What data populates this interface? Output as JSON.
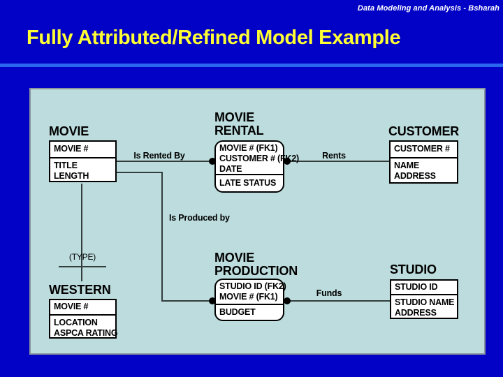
{
  "slide": {
    "credit": "Data Modeling and Analysis - Bsharah",
    "title": "Fully Attributed/Refined Model Example"
  },
  "colors": {
    "background": "#0202c6",
    "accent_bar": "#2b68f0",
    "title_text": "#ffff33",
    "credit_text": "#ffffff",
    "panel_fill": "#bddcdd",
    "entity_fill": "#ffffff",
    "line": "#333d3d"
  },
  "diagram": {
    "entities": [
      {
        "name": "MOVIE",
        "shape": "square",
        "keys": [
          "MOVIE #"
        ],
        "attributes": [
          "TITLE",
          "LENGTH"
        ]
      },
      {
        "name": "MOVIE RENTAL",
        "shape": "rounded",
        "keys": [
          "MOVIE # (FK1)",
          "CUSTOMER # (FK2)",
          "DATE"
        ],
        "attributes": [
          "LATE STATUS"
        ]
      },
      {
        "name": "CUSTOMER",
        "shape": "square",
        "keys": [
          "CUSTOMER #"
        ],
        "attributes": [
          "NAME",
          "ADDRESS"
        ]
      },
      {
        "name": "WESTERN",
        "shape": "square",
        "keys": [
          "MOVIE #"
        ],
        "attributes": [
          "LOCATION",
          "ASPCA RATING"
        ]
      },
      {
        "name": "MOVIE PRODUCTION",
        "shape": "rounded",
        "keys": [
          "STUDIO ID (FK2)",
          "MOVIE # (FK1)"
        ],
        "attributes": [
          "BUDGET"
        ]
      },
      {
        "name": "STUDIO",
        "shape": "square",
        "keys": [
          "STUDIO ID"
        ],
        "attributes": [
          "STUDIO NAME",
          "ADDRESS"
        ]
      }
    ],
    "relationships": [
      {
        "label": "Is Rented By",
        "from": "MOVIE",
        "to": "MOVIE RENTAL"
      },
      {
        "label": "Rents",
        "from": "CUSTOMER",
        "to": "MOVIE RENTAL"
      },
      {
        "label": "Is Produced by",
        "from": "MOVIE",
        "to": "MOVIE PRODUCTION"
      },
      {
        "label": "Funds",
        "from": "STUDIO",
        "to": "MOVIE PRODUCTION"
      },
      {
        "label": "(TYPE)",
        "from": "MOVIE",
        "to": "WESTERN"
      }
    ]
  }
}
